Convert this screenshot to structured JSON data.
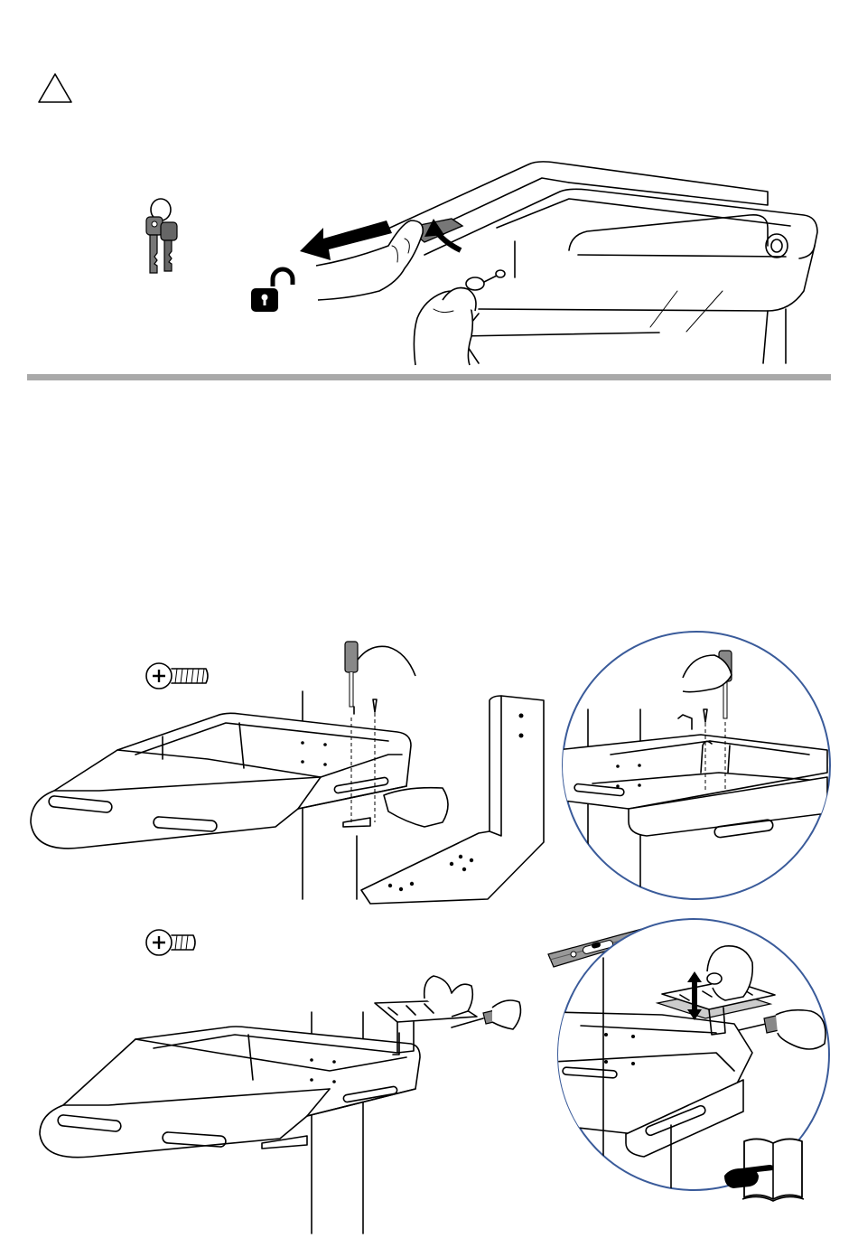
{
  "page": {
    "sections": [
      {
        "id": "unlock-step",
        "icons": [
          "warning-triangle-icon",
          "keys-icon",
          "unlock-padlock-icon",
          "slide-left-arrow-icon"
        ]
      },
      {
        "id": "mount-bracket-step",
        "icons": [
          "screw-long-icon",
          "screwdriver-icon",
          "detail-zoom-circle"
        ]
      },
      {
        "id": "level-bracket-step",
        "icons": [
          "screw-short-icon",
          "level-tool-icon",
          "adjust-arrow-icon",
          "read-manual-icon"
        ]
      }
    ],
    "divider_color": "#a9a9a9",
    "detail_circle_color": "#3a5b9a"
  }
}
